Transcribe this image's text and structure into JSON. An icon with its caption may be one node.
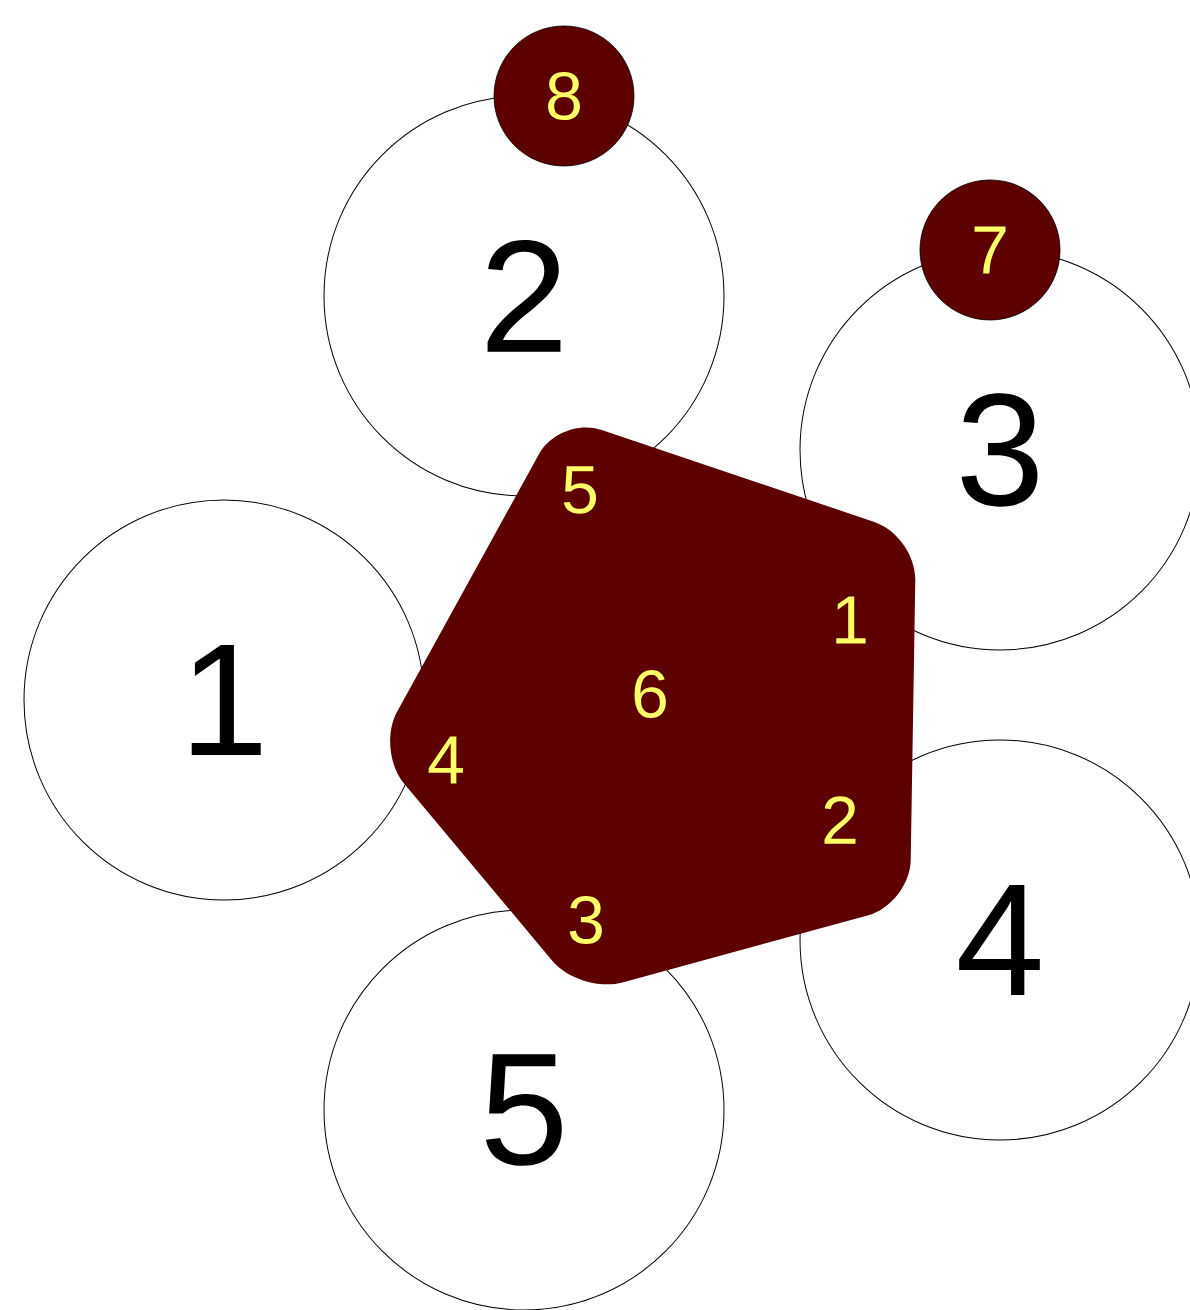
{
  "diagram": {
    "nodes": [
      {
        "text": [
          "1"
        ]
      },
      {
        "text": [
          "2"
        ]
      },
      {
        "text": [
          "3"
        ]
      },
      {
        "text": [
          "4"
        ]
      },
      {
        "text": [
          "5"
        ]
      },
      {
        "text": [
          "5",
          "1",
          "6",
          "4",
          "2",
          "3"
        ]
      },
      {
        "text": [
          "8"
        ]
      },
      {
        "text": [
          "7"
        ]
      }
    ]
  }
}
